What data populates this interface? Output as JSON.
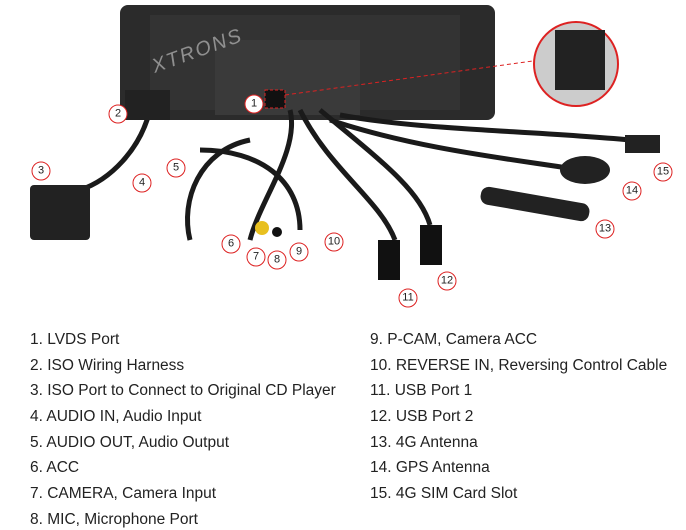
{
  "watermark": "XTRONS",
  "callouts": [
    "1",
    "2",
    "3",
    "4",
    "5",
    "6",
    "7",
    "8",
    "9",
    "10",
    "11",
    "12",
    "13",
    "14",
    "15"
  ],
  "legend_left": [
    "1. LVDS Port",
    "2. ISO Wiring Harness",
    "3. ISO Port to Connect to Original CD Player",
    "4. AUDIO IN, Audio Input",
    "5. AUDIO OUT, Audio Output",
    "6. ACC",
    "7. CAMERA, Camera Input",
    "8. MIC, Microphone Port"
  ],
  "legend_right": [
    "9. P-CAM, Camera ACC",
    "10. REVERSE IN, Reversing Control Cable",
    "11. USB Port 1",
    "12. USB Port 2",
    "13. 4G Antenna",
    "14. GPS Antenna",
    "15. 4G SIM Card Slot"
  ],
  "colors": {
    "callout_border": "#dd2222",
    "device": "#2a2a2a",
    "cable": "#1a1a1a"
  }
}
